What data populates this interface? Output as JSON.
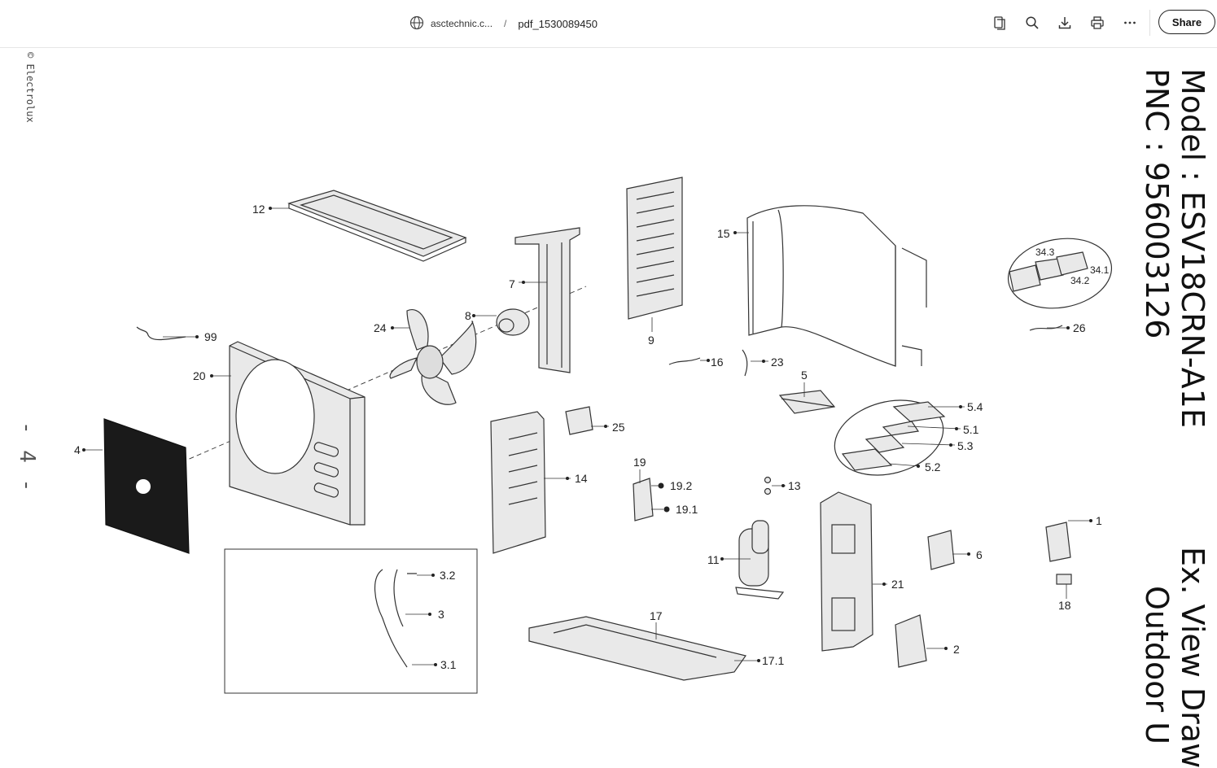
{
  "header": {
    "site_label": "asctechnic.c...",
    "separator": "/",
    "document_name": "pdf_1530089450",
    "share_label": "Share",
    "tools": [
      "pages-icon",
      "search-icon",
      "download-icon",
      "print-icon",
      "more-icon"
    ]
  },
  "page": {
    "copyright": "© Electrolux",
    "page_number": "- 4 -",
    "model": "Model : ESV18CRN-A1E",
    "pnc": "PNC : 956003126",
    "view_line1": "Ex. View Draw",
    "view_line2": "Outdoor U"
  },
  "labels": {
    "p1": "1",
    "p2": "2",
    "p3": "3",
    "p3_1": "3.1",
    "p3_2": "3.2",
    "p4": "4",
    "p5": "5",
    "p5_1": "5.1",
    "p5_2": "5.2",
    "p5_3": "5.3",
    "p5_4": "5.4",
    "p6": "6",
    "p7": "7",
    "p8": "8",
    "p9": "9",
    "p11": "11",
    "p12": "12",
    "p13": "13",
    "p14": "14",
    "p15": "15",
    "p16": "16",
    "p17": "17",
    "p17_1": "17.1",
    "p18": "18",
    "p19": "19",
    "p19_1": "19.1",
    "p19_2": "19.2",
    "p20": "20",
    "p21": "21",
    "p23": "23",
    "p24": "24",
    "p25": "25",
    "p26": "26",
    "p34_1": "34.1",
    "p34_2": "34.2",
    "p34_3": "34.3",
    "p99": "99"
  },
  "colors": {
    "line": "#333333",
    "text": "#222222",
    "background": "#ffffff"
  }
}
